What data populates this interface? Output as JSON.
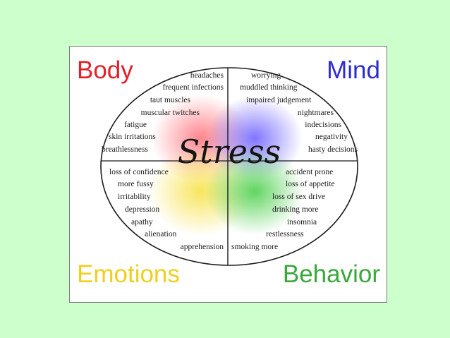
{
  "colors": {
    "background": "#ccffcc",
    "body": "#e0202a",
    "mind": "#2b2bd0",
    "emotions": "#eed020",
    "behavior": "#3aa83a"
  },
  "center_label": "Stress",
  "quadrants": {
    "body": {
      "title": "Body",
      "items": [
        "headaches",
        "frequent infections",
        "taut muscles",
        "muscular twitches",
        "fatigue",
        "skin irritations",
        "breathlessness"
      ]
    },
    "mind": {
      "title": "Mind",
      "items": [
        "worrying",
        "muddled thinking",
        "impaired judgement",
        "nightmares",
        "indecisions",
        "negativity",
        "hasty decisions"
      ]
    },
    "emotions": {
      "title": "Emotions",
      "items": [
        "loss of confidence",
        "more fussy",
        "irritability",
        "depression",
        "apathy",
        "alienation",
        "apprehension"
      ]
    },
    "behavior": {
      "title": "Behavior",
      "items": [
        "accident prone",
        "loss of appetite",
        "loss of sex drive",
        "drinking more",
        "insomnia",
        "restlessness",
        "smoking more"
      ]
    }
  }
}
